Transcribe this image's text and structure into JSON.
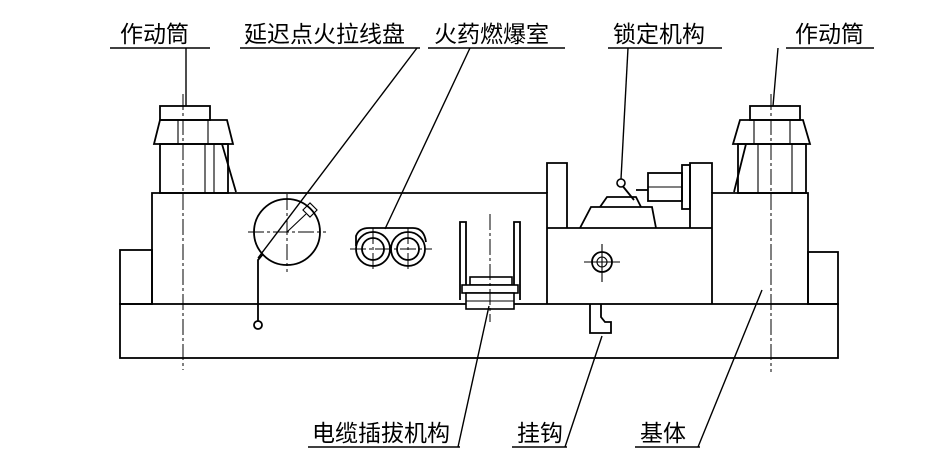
{
  "labels": {
    "actuator_left": "作动筒",
    "delay_ignition_pull_disk": "延迟点火拉线盘",
    "propellant_chamber": "火药燃爆室",
    "locking_mechanism": "锁定机构",
    "actuator_right": "作动筒",
    "cable_plug_mechanism": "电缆插拔机构",
    "hook": "挂钩",
    "base": "基体"
  }
}
